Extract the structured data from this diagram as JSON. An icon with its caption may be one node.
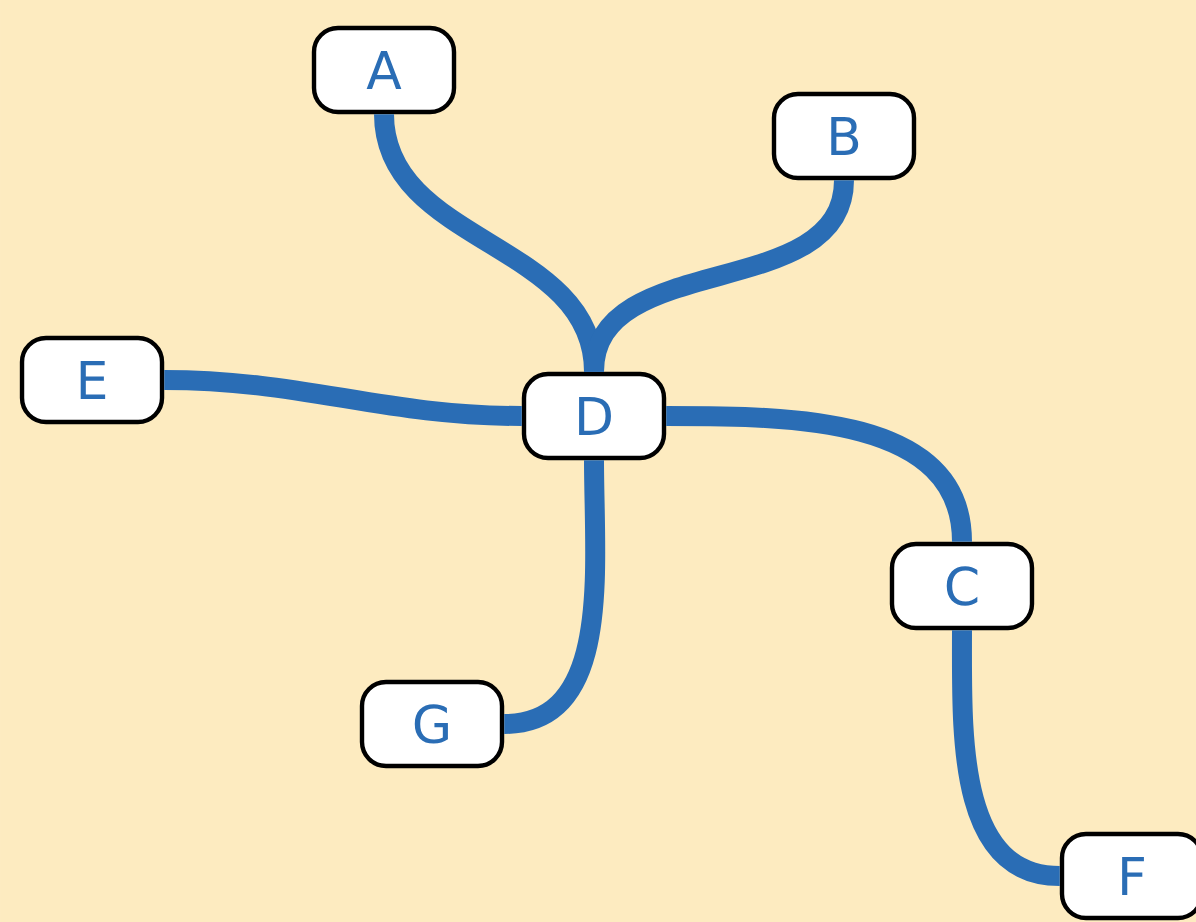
{
  "diagram": {
    "nodes": [
      {
        "text": [
          "A"
        ]
      },
      {
        "text": [
          "B"
        ]
      },
      {
        "text": [
          "E"
        ]
      },
      {
        "text": [
          "D"
        ]
      },
      {
        "text": [
          "C"
        ]
      },
      {
        "text": [
          "G"
        ]
      },
      {
        "text": [
          "F"
        ]
      }
    ],
    "edges": [
      {
        "from": 0,
        "to": 3,
        "arrow": "none"
      },
      {
        "from": 1,
        "to": 3,
        "arrow": "none"
      },
      {
        "from": 2,
        "to": 3,
        "arrow": "none"
      },
      {
        "from": 3,
        "to": 4,
        "arrow": "none"
      },
      {
        "from": 4,
        "to": 6,
        "arrow": "none"
      },
      {
        "from": 3,
        "to": 5,
        "arrow": "none"
      }
    ]
  }
}
